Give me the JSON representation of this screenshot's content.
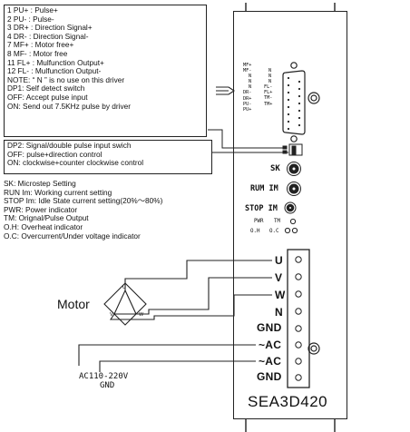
{
  "pin_notes": {
    "lines": [
      "1  PU+ : Pulse+",
      "2  PU- : Pulse-",
      "3  DR+ : Direction Signal+",
      "4  DR- : Direction Signal-",
      "7  MF+ : Motor free+",
      "8  MF- : Motor free",
      "11  FL+ : Mulfunction Output+",
      "12  FL- : Mulfunction Output-",
      "NOTE: “ N ” is no use on this driver",
      "DP1: Self detect switch",
      "OFF: Accept pulse input",
      "ON: Send out 7.5KHz pulse by driver"
    ]
  },
  "dp2_notes": {
    "lines": [
      "DP2: Signal/double pulse input swich",
      "OFF: pulse+direction control",
      "ON: clockwise+counter clockwise control"
    ]
  },
  "legend": {
    "lines": [
      "SK: Microstep Setting",
      "RUN  Im: Working current setting",
      "STOP  Im: Idle State current setting(20%～80%)",
      "PWR: Power indicator",
      "TM: Orignal/Pulse Output",
      "O.H: Overheat indicator",
      "O.C: Overcurrent/Under voltage indicator"
    ]
  },
  "connector_pins_left": [
    "MF+",
    "MF-",
    "N",
    "N",
    "N",
    "DR-",
    "DR+",
    "PU-",
    "PU+"
  ],
  "connector_pins_right": [
    "N",
    "N",
    "N",
    "FL-",
    "FL+",
    "TM-",
    "TM+"
  ],
  "panel": {
    "sk": "SK",
    "run_im": "RUM IM",
    "stop_im": "STOP IM",
    "pwr": "PWR",
    "tm": "TM",
    "oh": "O.H",
    "oc": "O.C"
  },
  "terminals": [
    "U",
    "V",
    "W",
    "N",
    "GND",
    "~AC",
    "~AC",
    "GND"
  ],
  "motor": {
    "label": "Motor",
    "u": "U",
    "v": "V",
    "w": "W"
  },
  "power_supply": {
    "voltage": "AC110-220V",
    "gnd": "GND"
  },
  "model": "SEA3D420"
}
